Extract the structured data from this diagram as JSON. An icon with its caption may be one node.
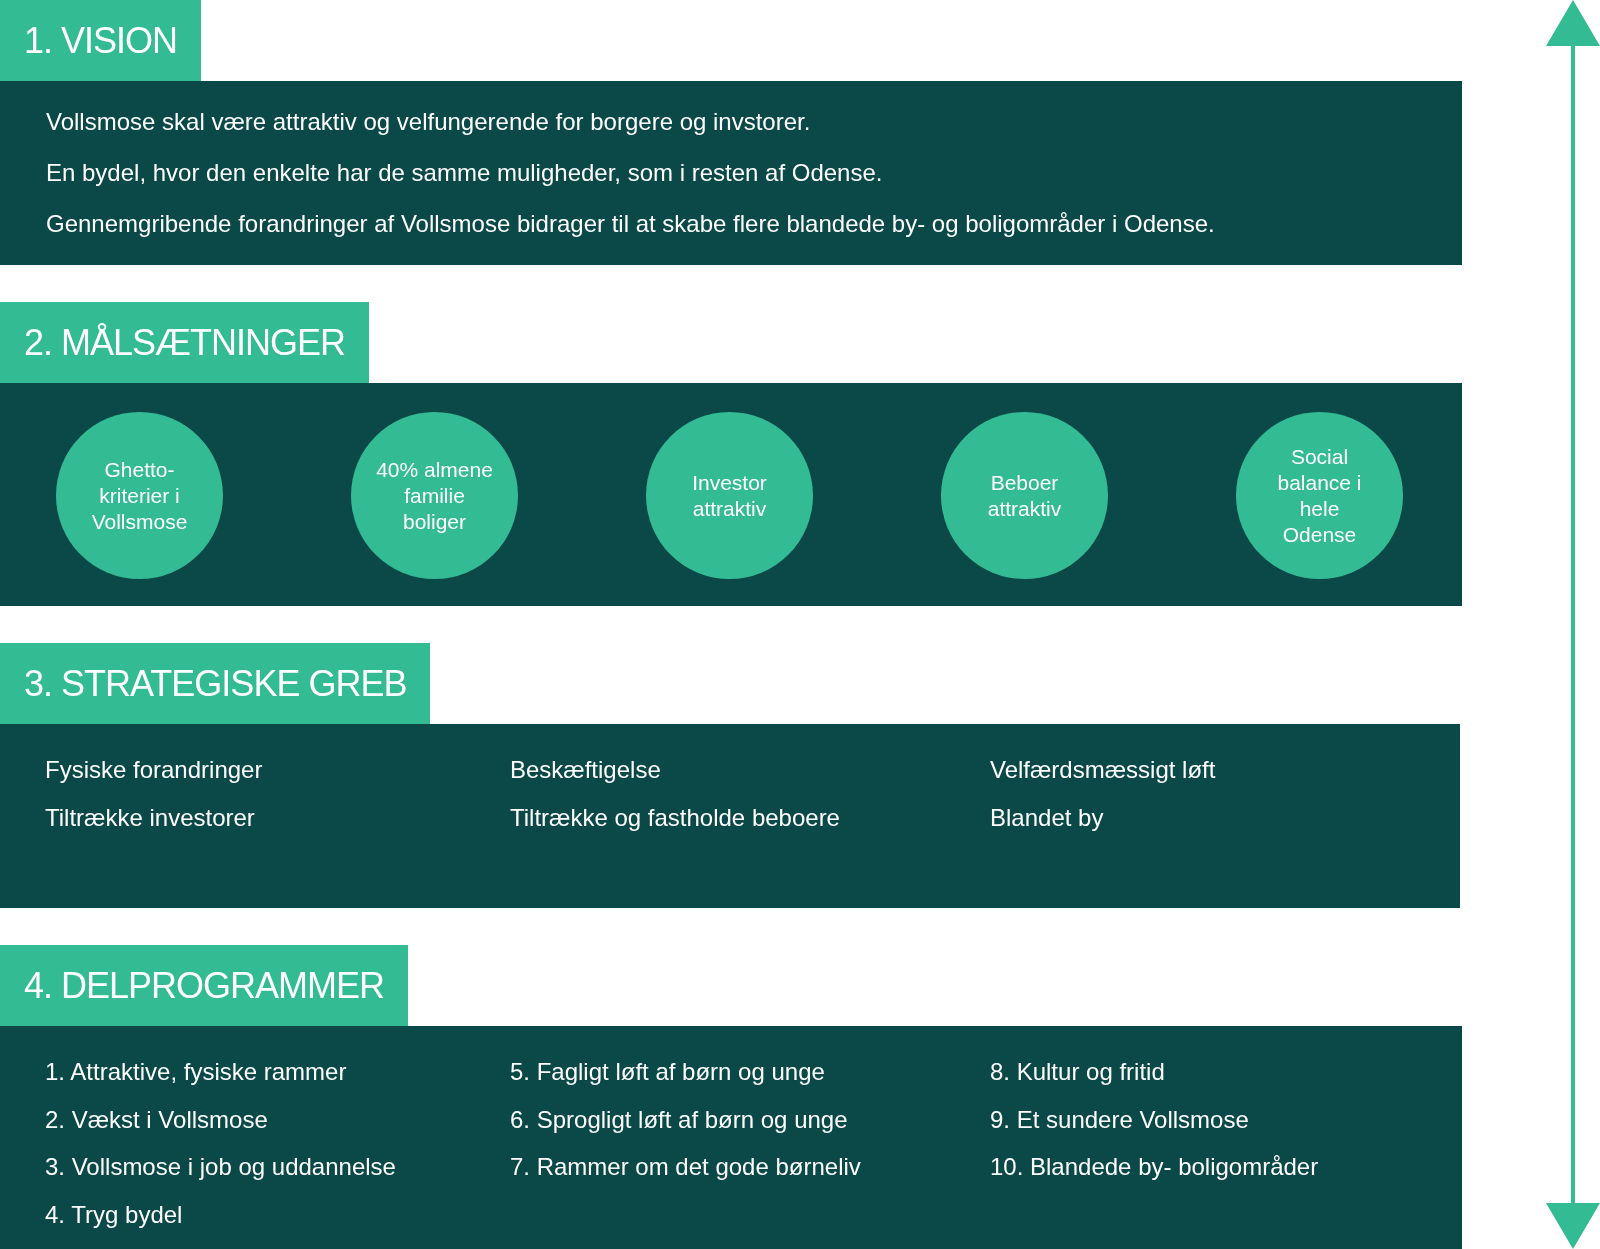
{
  "diagram": {
    "nodes": [
      {
        "text": [
          "1. VISION",
          "Vollsmose skal være attraktiv og velfungerende for borgere og invstorer.",
          "En bydel, hvor den enkelte har de samme muligheder, som i resten af Odense.",
          "Gennemgribende forandringer af Vollsmose bidrager til at skabe flere blandede by- og boligområder i Odense."
        ]
      },
      {
        "text": [
          "2. MÅLSÆTNINGER"
        ]
      },
      {
        "text": [
          "Ghetto-kriterier i Vollsmose"
        ],
        "in": 1
      },
      {
        "text": [
          "40% almene familie boliger"
        ],
        "in": 1
      },
      {
        "text": [
          "Investor attraktiv"
        ],
        "in": 1
      },
      {
        "text": [
          "Beboer attraktiv"
        ],
        "in": 1
      },
      {
        "text": [
          "Social balance i hele Odense"
        ],
        "in": 1
      },
      {
        "text": [
          "3. STRATEGISKE GREB",
          "Fysiske forandringer",
          "Tiltrække investorer",
          "Beskæftigelse",
          "Tiltrække og fastholde beboere",
          "Velfærdsmæssigt løft",
          "Blandet by"
        ]
      },
      {
        "text": [
          "4. DELPROGRAMMER",
          "1. Attraktive, fysiske rammer",
          "2. Vækst i Vollsmose",
          "3. Vollsmose i job og uddannelse",
          "4. Tryg bydel",
          "5. Fagligt løft af børn og unge",
          "6. Sprogligt løft af børn og unge",
          "7. Rammer om det gode børneliv",
          "8. Kultur og fritid",
          "9. Et sundere Vollsmose",
          "10. Blandede by- boligområder"
        ]
      }
    ],
    "edges": []
  }
}
